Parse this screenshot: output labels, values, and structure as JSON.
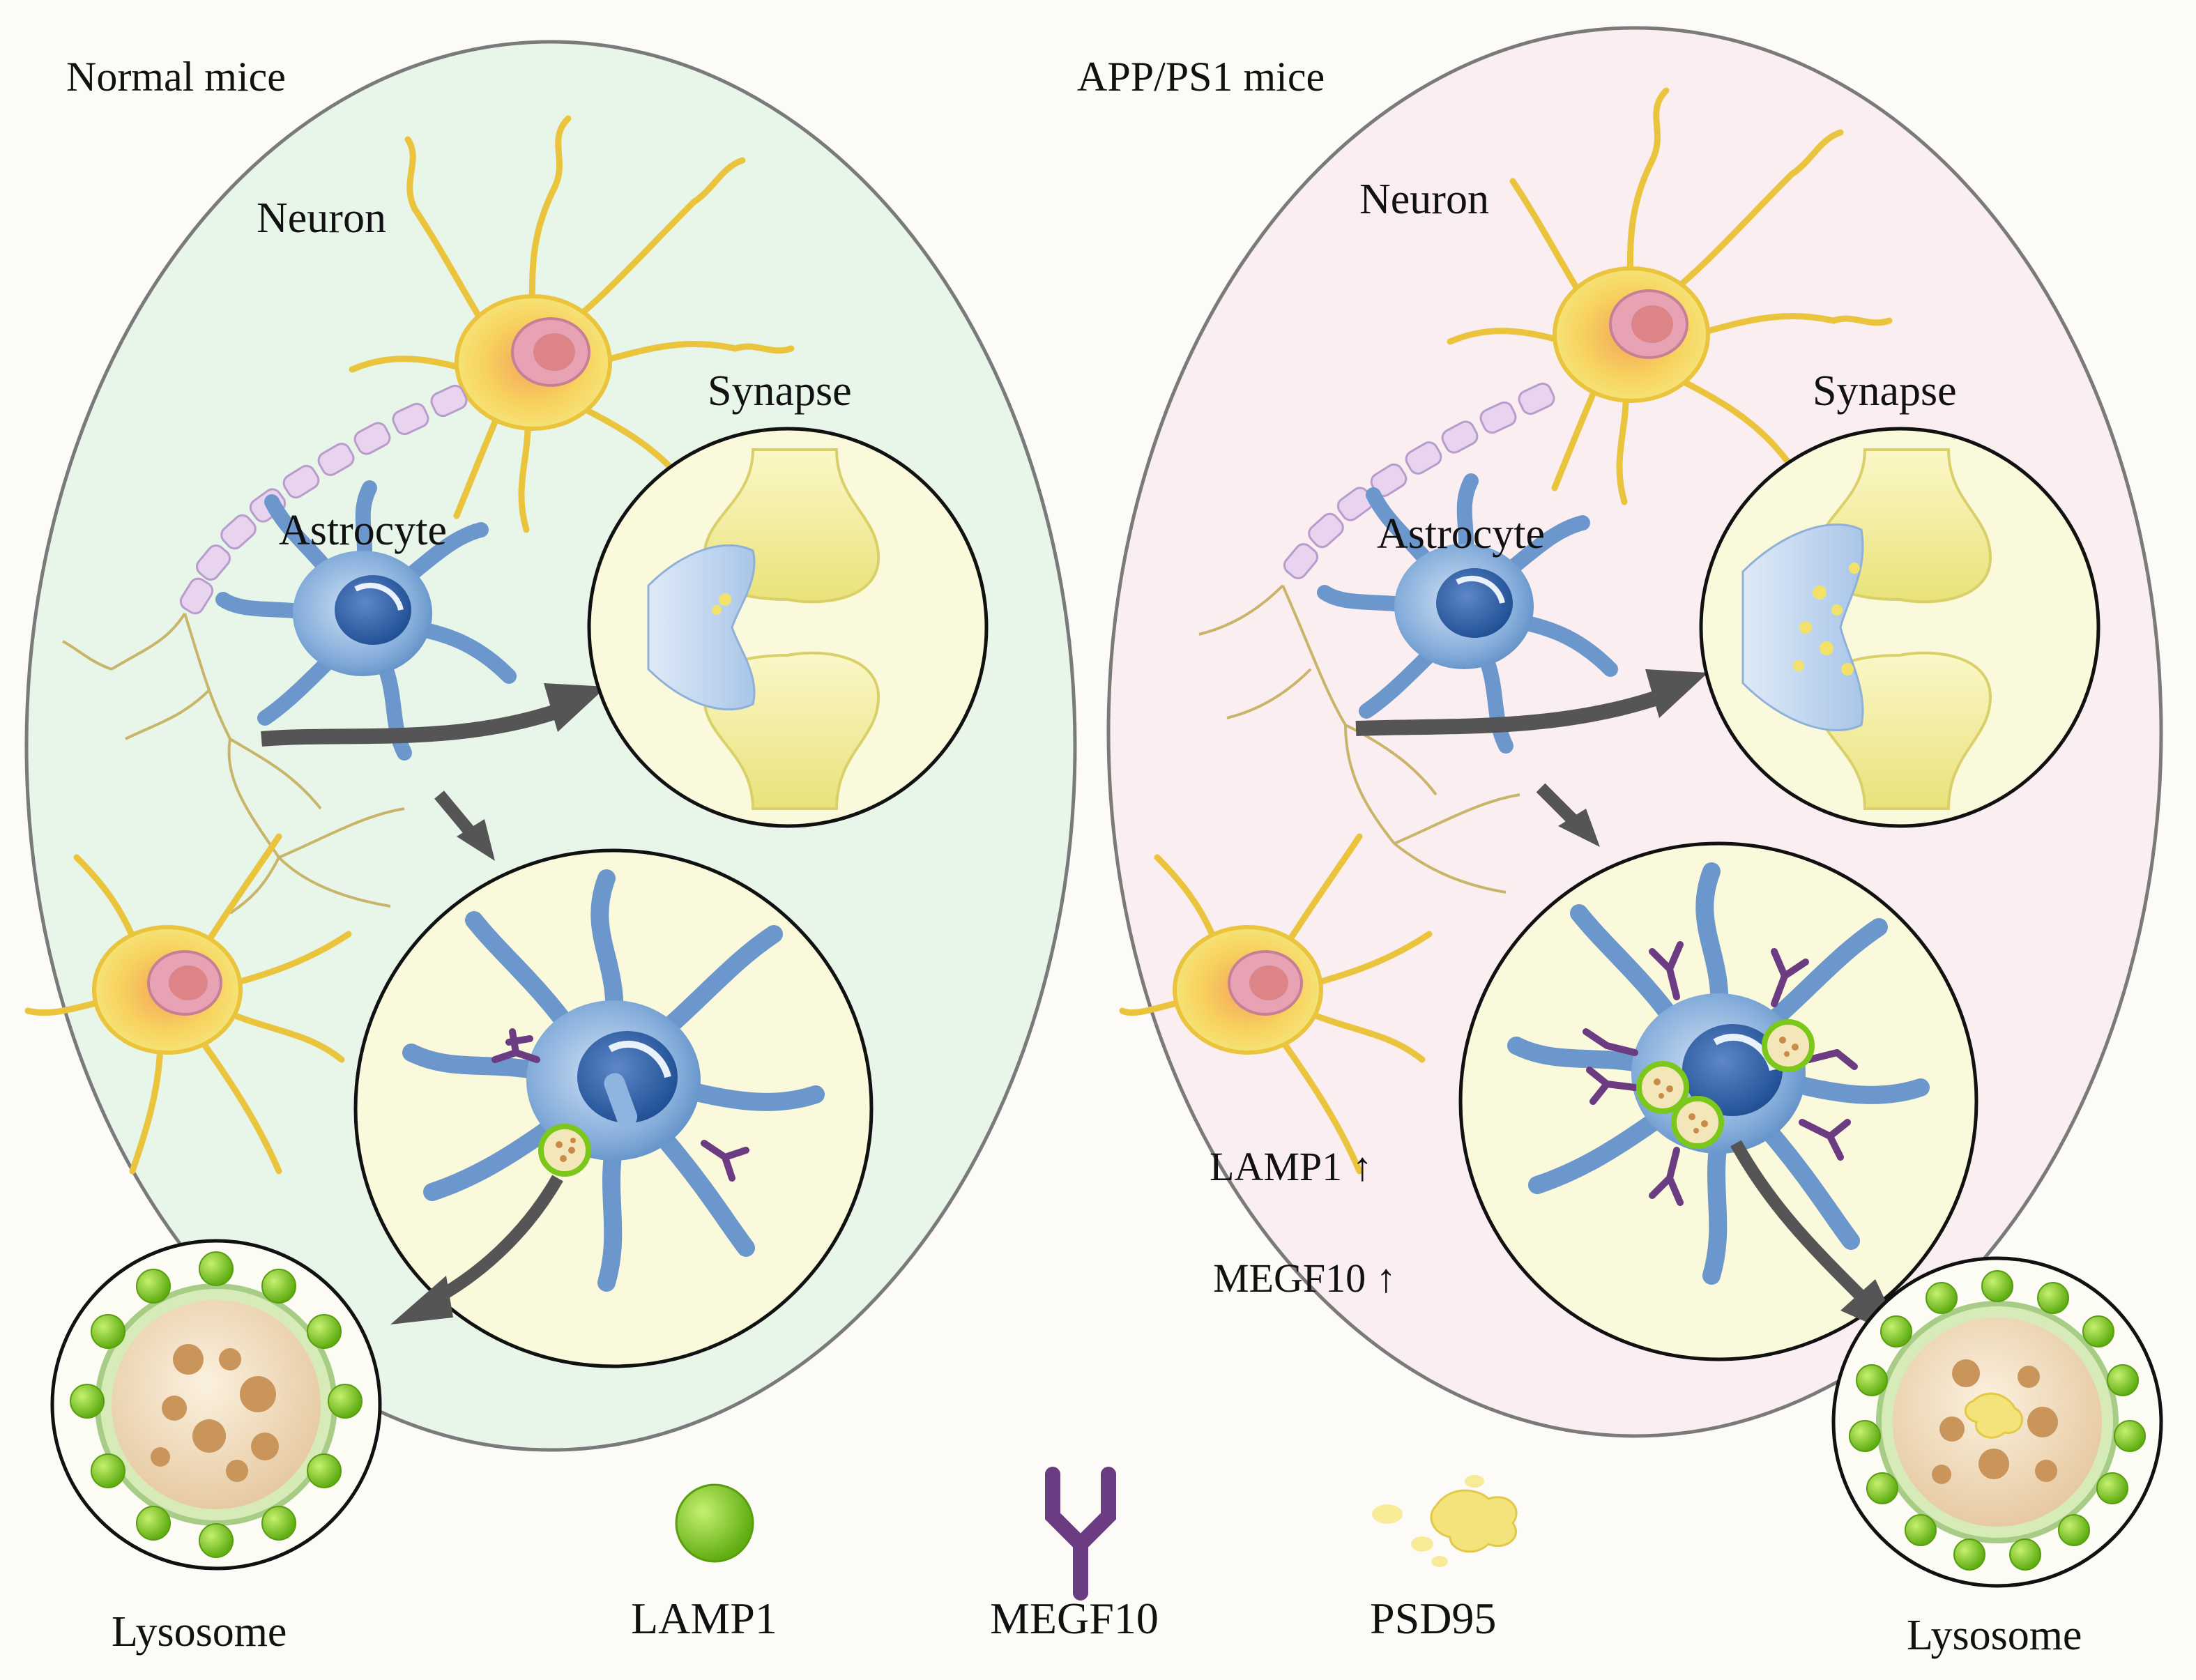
{
  "panels": {
    "normal": {
      "title": "Normal mice",
      "neuron": "Neuron",
      "astrocyte": "Astrocyte",
      "synapse": "Synapse",
      "lysosome": "Lysosome"
    },
    "app": {
      "title": "APP/PS1 mice",
      "neuron": "Neuron",
      "astrocyte": "Astrocyte",
      "synapse": "Synapse",
      "lysosome": "Lysosome",
      "lamp1_change": "LAMP1 ↑",
      "megf10_change": "MEGF10 ↑"
    }
  },
  "legend": {
    "lamp1": "LAMP1",
    "megf10": "MEGF10",
    "psd95": "PSD95"
  },
  "icons": [
    "neuron-icon",
    "astrocyte-icon",
    "synapse-icon",
    "lysosome-icon",
    "lamp1-icon",
    "megf10-icon",
    "psd95-icon",
    "arrow-icon"
  ],
  "colors": {
    "normal_background": "#e8f5e9",
    "app_background": "#fbeef0",
    "neuron": "#f6e36a",
    "astrocyte": "#7fa7d6",
    "lamp1": "#7cc71c",
    "megf10": "#6b3c82",
    "psd95": "#f2dc6a",
    "arrow": "#555555"
  }
}
